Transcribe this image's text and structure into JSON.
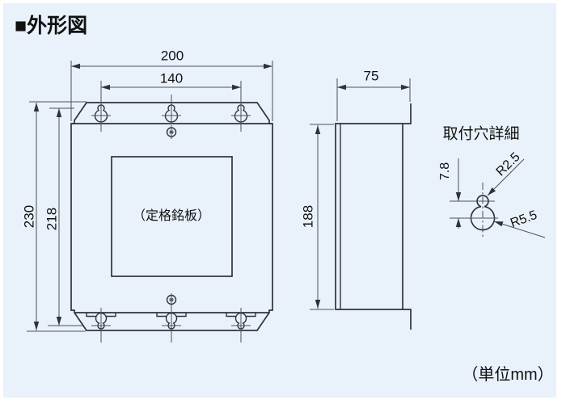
{
  "title": "■外形図",
  "unit_note": "（単位mm）",
  "front_view": {
    "nameplate_label": "（定格銘板）",
    "dim_width_outer": "200",
    "dim_width_mount_holes": "140",
    "dim_height_outer": "230",
    "dim_height_mount_holes": "218"
  },
  "side_view": {
    "dim_depth": "75",
    "dim_height_mount_holes": "188"
  },
  "mounting_hole_detail": {
    "title": "取付穴詳細",
    "dim_center_distance": "7.8",
    "dim_radius_small": "R2.5",
    "dim_radius_large": "R5.5"
  },
  "colors": {
    "page_background": "#ffffff",
    "panel_background": "#e9f1fa",
    "line": "#2e3338",
    "text": "#111111"
  }
}
